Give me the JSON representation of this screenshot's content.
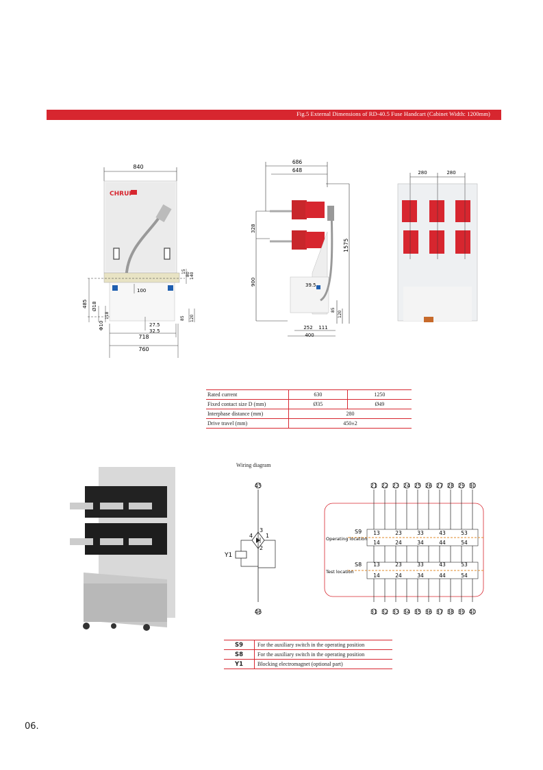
{
  "banner": {
    "title": "Fig.5 External Dimensions of RD-40.5 Fuse Handcart (Cabinet Width: 1200mm)"
  },
  "front_view": {
    "brand": "CHRUI",
    "dims": {
      "width_top": "840",
      "d_485": "485",
      "d_018": "Ø18",
      "d_010": "Φ10",
      "d_118": "118",
      "d_100": "100",
      "d_275": "27.5",
      "d_325": "32.5",
      "d_718": "718",
      "d_760": "760",
      "d_15": "15",
      "d_80": "80",
      "d_140": "140",
      "d_85": "85",
      "d_120": "120"
    }
  },
  "side_view": {
    "dims": {
      "d_686": "686",
      "d_648": "648",
      "d_328": "328",
      "d_900": "900",
      "d_1575": "1575",
      "d_395": "39.5",
      "d_85": "85",
      "d_120": "120",
      "d_252": "252",
      "d_111": "111",
      "d_400": "400"
    }
  },
  "rear_view": {
    "dims": {
      "d_280a": "280",
      "d_280b": "280"
    }
  },
  "spec_table": {
    "rows": [
      {
        "label": "Rated current",
        "v1": "630",
        "v2": "1250"
      },
      {
        "label": "Fixed contact size D (mm)",
        "v1": "Ø35",
        "v2": "Ø49"
      },
      {
        "label": "Interphase distance (mm)",
        "v": "280"
      },
      {
        "label": "Drive travel (mm)",
        "v": "450±2"
      }
    ]
  },
  "wiring": {
    "title": "Wiring diagram",
    "y1": {
      "top_terminal": "45",
      "bottom_terminal": "46",
      "label": "Y1",
      "pin3": "3",
      "pin4": "4",
      "pin1": "1",
      "pin2": "2"
    },
    "top_terminals": [
      "21",
      "22",
      "23",
      "24",
      "25",
      "26",
      "27",
      "28",
      "29",
      "30"
    ],
    "bottom_terminals": [
      "31",
      "32",
      "33",
      "34",
      "35",
      "36",
      "37",
      "38",
      "39",
      "40"
    ],
    "s9": {
      "label": "S9",
      "location": "Operating location",
      "upper": [
        "13",
        "23",
        "33",
        "43",
        "53"
      ],
      "lower": [
        "14",
        "24",
        "34",
        "44",
        "54"
      ]
    },
    "s8": {
      "label": "S8",
      "location": "Test location",
      "upper": [
        "13",
        "23",
        "33",
        "43",
        "53"
      ],
      "lower": [
        "14",
        "24",
        "34",
        "44",
        "54"
      ]
    }
  },
  "legend": [
    {
      "key": "S9",
      "desc": "For the auxiliary switch in the operating position"
    },
    {
      "key": "S8",
      "desc": "For the auxiliary switch in the operating position"
    },
    {
      "key": "Y1",
      "desc": "Blocking electromagnet (optional part)"
    }
  ],
  "page_number": "06."
}
